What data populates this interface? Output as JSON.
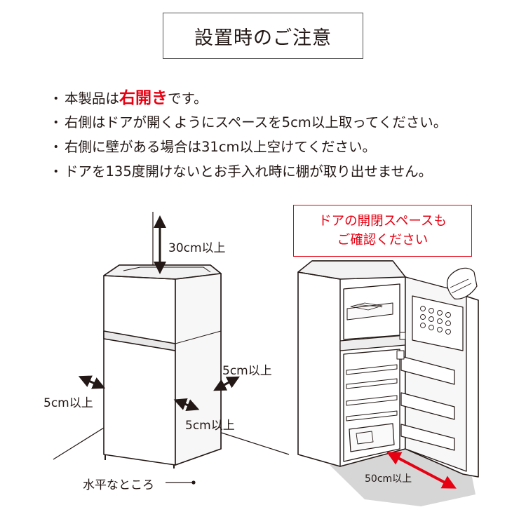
{
  "title": "設置時のご注意",
  "notes": {
    "bullet": "・",
    "n1_before": "本製品は",
    "n1_highlight": "右開き",
    "n1_after": "です。",
    "n2": "右側はドアが開くようにスペースを5cm以上取ってください。",
    "n3": "右側に壁がある場合は31cm以上空けてください。",
    "n4": "ドアを135度開けないとお手入れ時に棚が取り出せません。"
  },
  "callout": {
    "line1": "ドアの開閉スペースも",
    "line2": "ご確認ください"
  },
  "labels": {
    "top": "30cm以上",
    "left": "5cm以上",
    "right_side": "5cm以上",
    "right_bottom": "5cm以上",
    "door_clearance": "50cm以上",
    "level_floor": "水平なところ"
  },
  "colors": {
    "highlight_red": "#e60012",
    "clearance_area": "#d6d6d6",
    "line": "#231815"
  }
}
